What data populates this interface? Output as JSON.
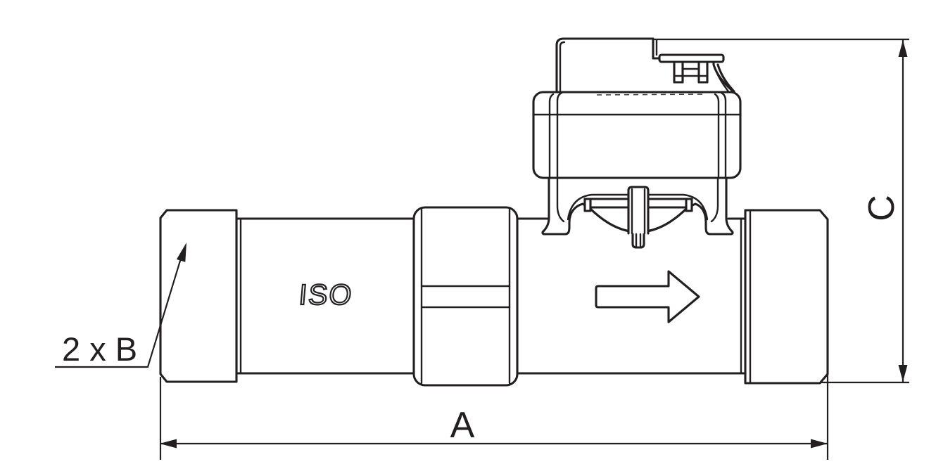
{
  "drawing": {
    "title": "Motorized valve dimensional drawing",
    "type": "technical-dimension-drawing",
    "background_color": "#ffffff",
    "line_color": "#231f20",
    "labels": {
      "dim_length": "A",
      "dim_ports": "2 x B",
      "dim_height": "C",
      "body_marking": "ISO"
    },
    "icons": {
      "flow_arrow": "arrow-right-outline"
    }
  }
}
